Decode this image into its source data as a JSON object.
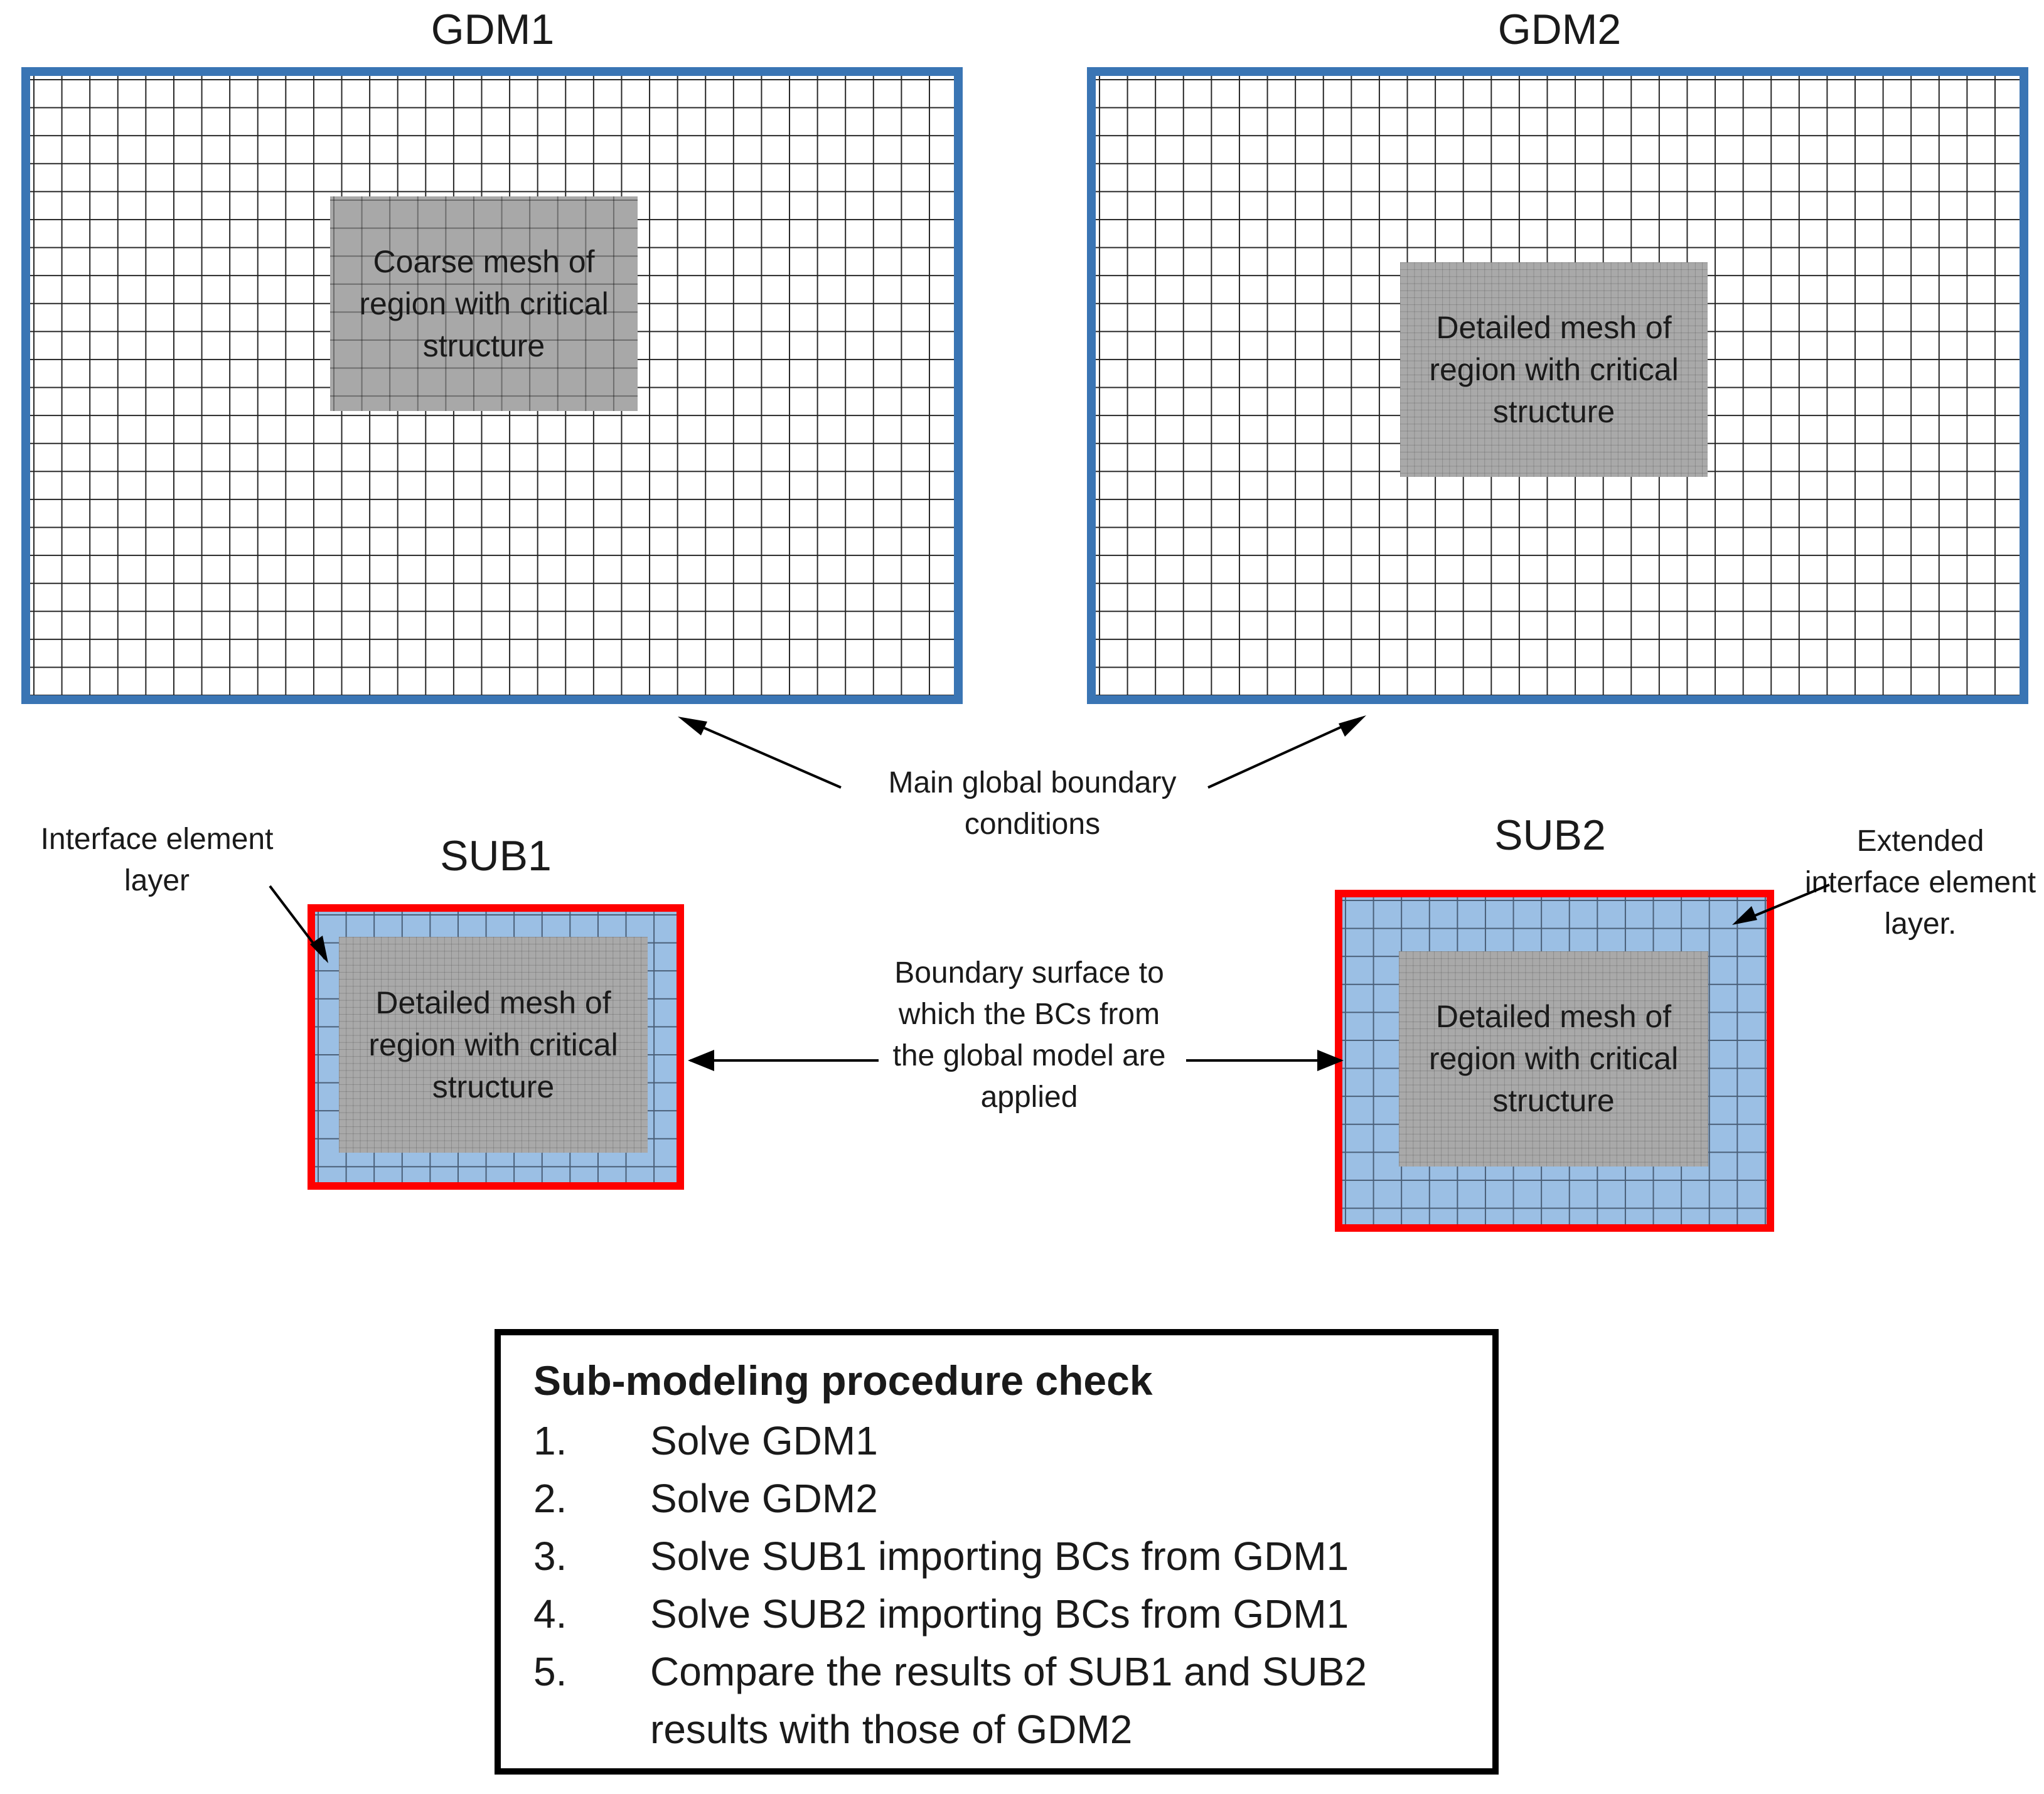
{
  "models": {
    "gdm1": {
      "title": "GDM1",
      "inner_text": "Coarse mesh of region with critical structure"
    },
    "gdm2": {
      "title": "GDM2",
      "inner_text": "Detailed mesh of region with critical structure"
    },
    "sub1": {
      "title": "SUB1",
      "inner_text": "Detailed mesh of region with critical structure"
    },
    "sub2": {
      "title": "SUB2",
      "inner_text": "Detailed mesh of region with critical structure"
    }
  },
  "annotations": {
    "main_bc": "Main global boundary conditions",
    "interface_layer": "Interface element layer",
    "extended_interface_layer": "Extended interface element layer.",
    "boundary_surface": "Boundary surface to which the BCs from the global model are applied"
  },
  "procedure": {
    "title": "Sub-modeling procedure check",
    "steps": [
      {
        "num": "1.",
        "text": "Solve GDM1"
      },
      {
        "num": "2.",
        "text": "Solve GDM2"
      },
      {
        "num": "3.",
        "text": "Solve SUB1 importing BCs from GDM1"
      },
      {
        "num": "4.",
        "text": "Solve SUB2 importing BCs from GDM1"
      },
      {
        "num": "5.",
        "text": "Compare the results of SUB1 and SUB2 results with those of GDM2"
      }
    ]
  },
  "colors": {
    "global_border": "#3a75b4",
    "sub_border": "#ff0000",
    "interface_fill": "#9bbfe4",
    "critical_region_fill": "#a9a9a9"
  }
}
